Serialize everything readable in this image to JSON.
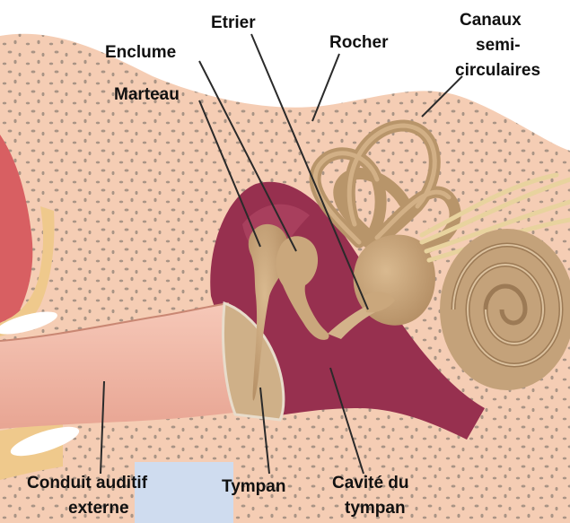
{
  "labels": {
    "etrier": "Etrier",
    "enclume": "Enclume",
    "marteau": "Marteau",
    "rocher": "Rocher",
    "canaux_1": "Canaux",
    "canaux_2": "semi-",
    "canaux_3": "circulaires",
    "conduit_1": "Conduit auditif",
    "conduit_2": "externe",
    "tympan": "Tympan",
    "cavite_1": "Cavité du",
    "cavite_2": "tympan"
  },
  "colors": {
    "bone": "#f5cdb4",
    "bone_dots": "#9b8a7d",
    "canal_skin": "#f0b8a6",
    "cavity": "#97304f",
    "ossicle": "#c9a77e",
    "cochlea": "#c4a27a",
    "outer_tissue": "#d85f62",
    "fat": "#efc98c",
    "background_blue": "#cfdcef"
  }
}
